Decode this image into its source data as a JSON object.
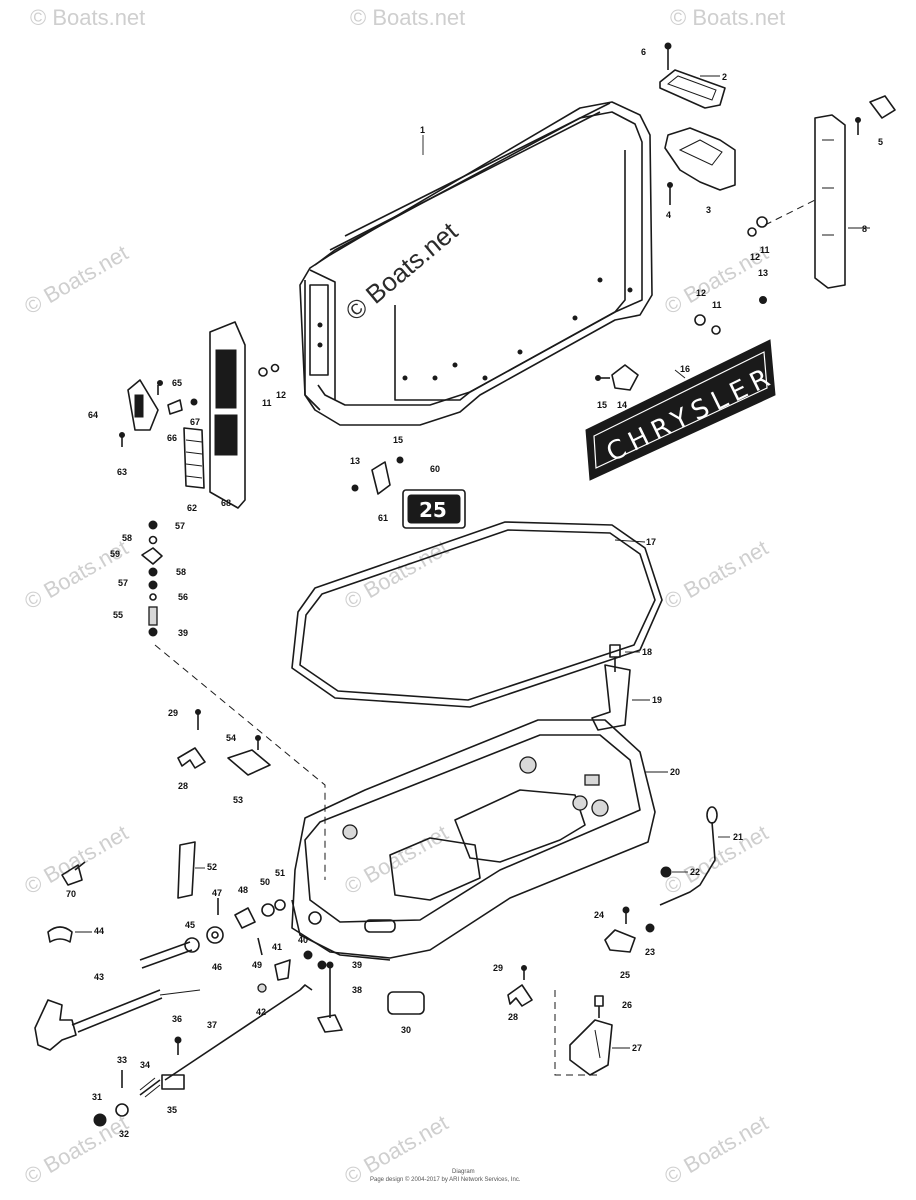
{
  "watermark": {
    "text": "© Boats.net",
    "center_text": "© Boats.net"
  },
  "decal": {
    "brand": "CHRYSLER"
  },
  "badge": {
    "number": "25"
  },
  "footer": {
    "line1": "Diagram",
    "line2": "Page design © 2004-2017 by ARI Network Services, Inc."
  },
  "callouts": [
    "1",
    "2",
    "3",
    "4",
    "5",
    "6",
    "8",
    "11",
    "11",
    "11",
    "12",
    "12",
    "12",
    "13",
    "13",
    "14",
    "15",
    "15",
    "16",
    "17",
    "18",
    "19",
    "20",
    "21",
    "22",
    "23",
    "24",
    "25",
    "26",
    "27",
    "28",
    "28",
    "29",
    "29",
    "30",
    "31",
    "32",
    "33",
    "34",
    "35",
    "36",
    "37",
    "38",
    "39",
    "39",
    "40",
    "41",
    "42",
    "43",
    "44",
    "45",
    "46",
    "47",
    "48",
    "49",
    "50",
    "51",
    "52",
    "53",
    "54",
    "55",
    "56",
    "57",
    "57",
    "58",
    "58",
    "59",
    "60",
    "61",
    "62",
    "63",
    "64",
    "65",
    "66",
    "67",
    "68",
    "70"
  ]
}
